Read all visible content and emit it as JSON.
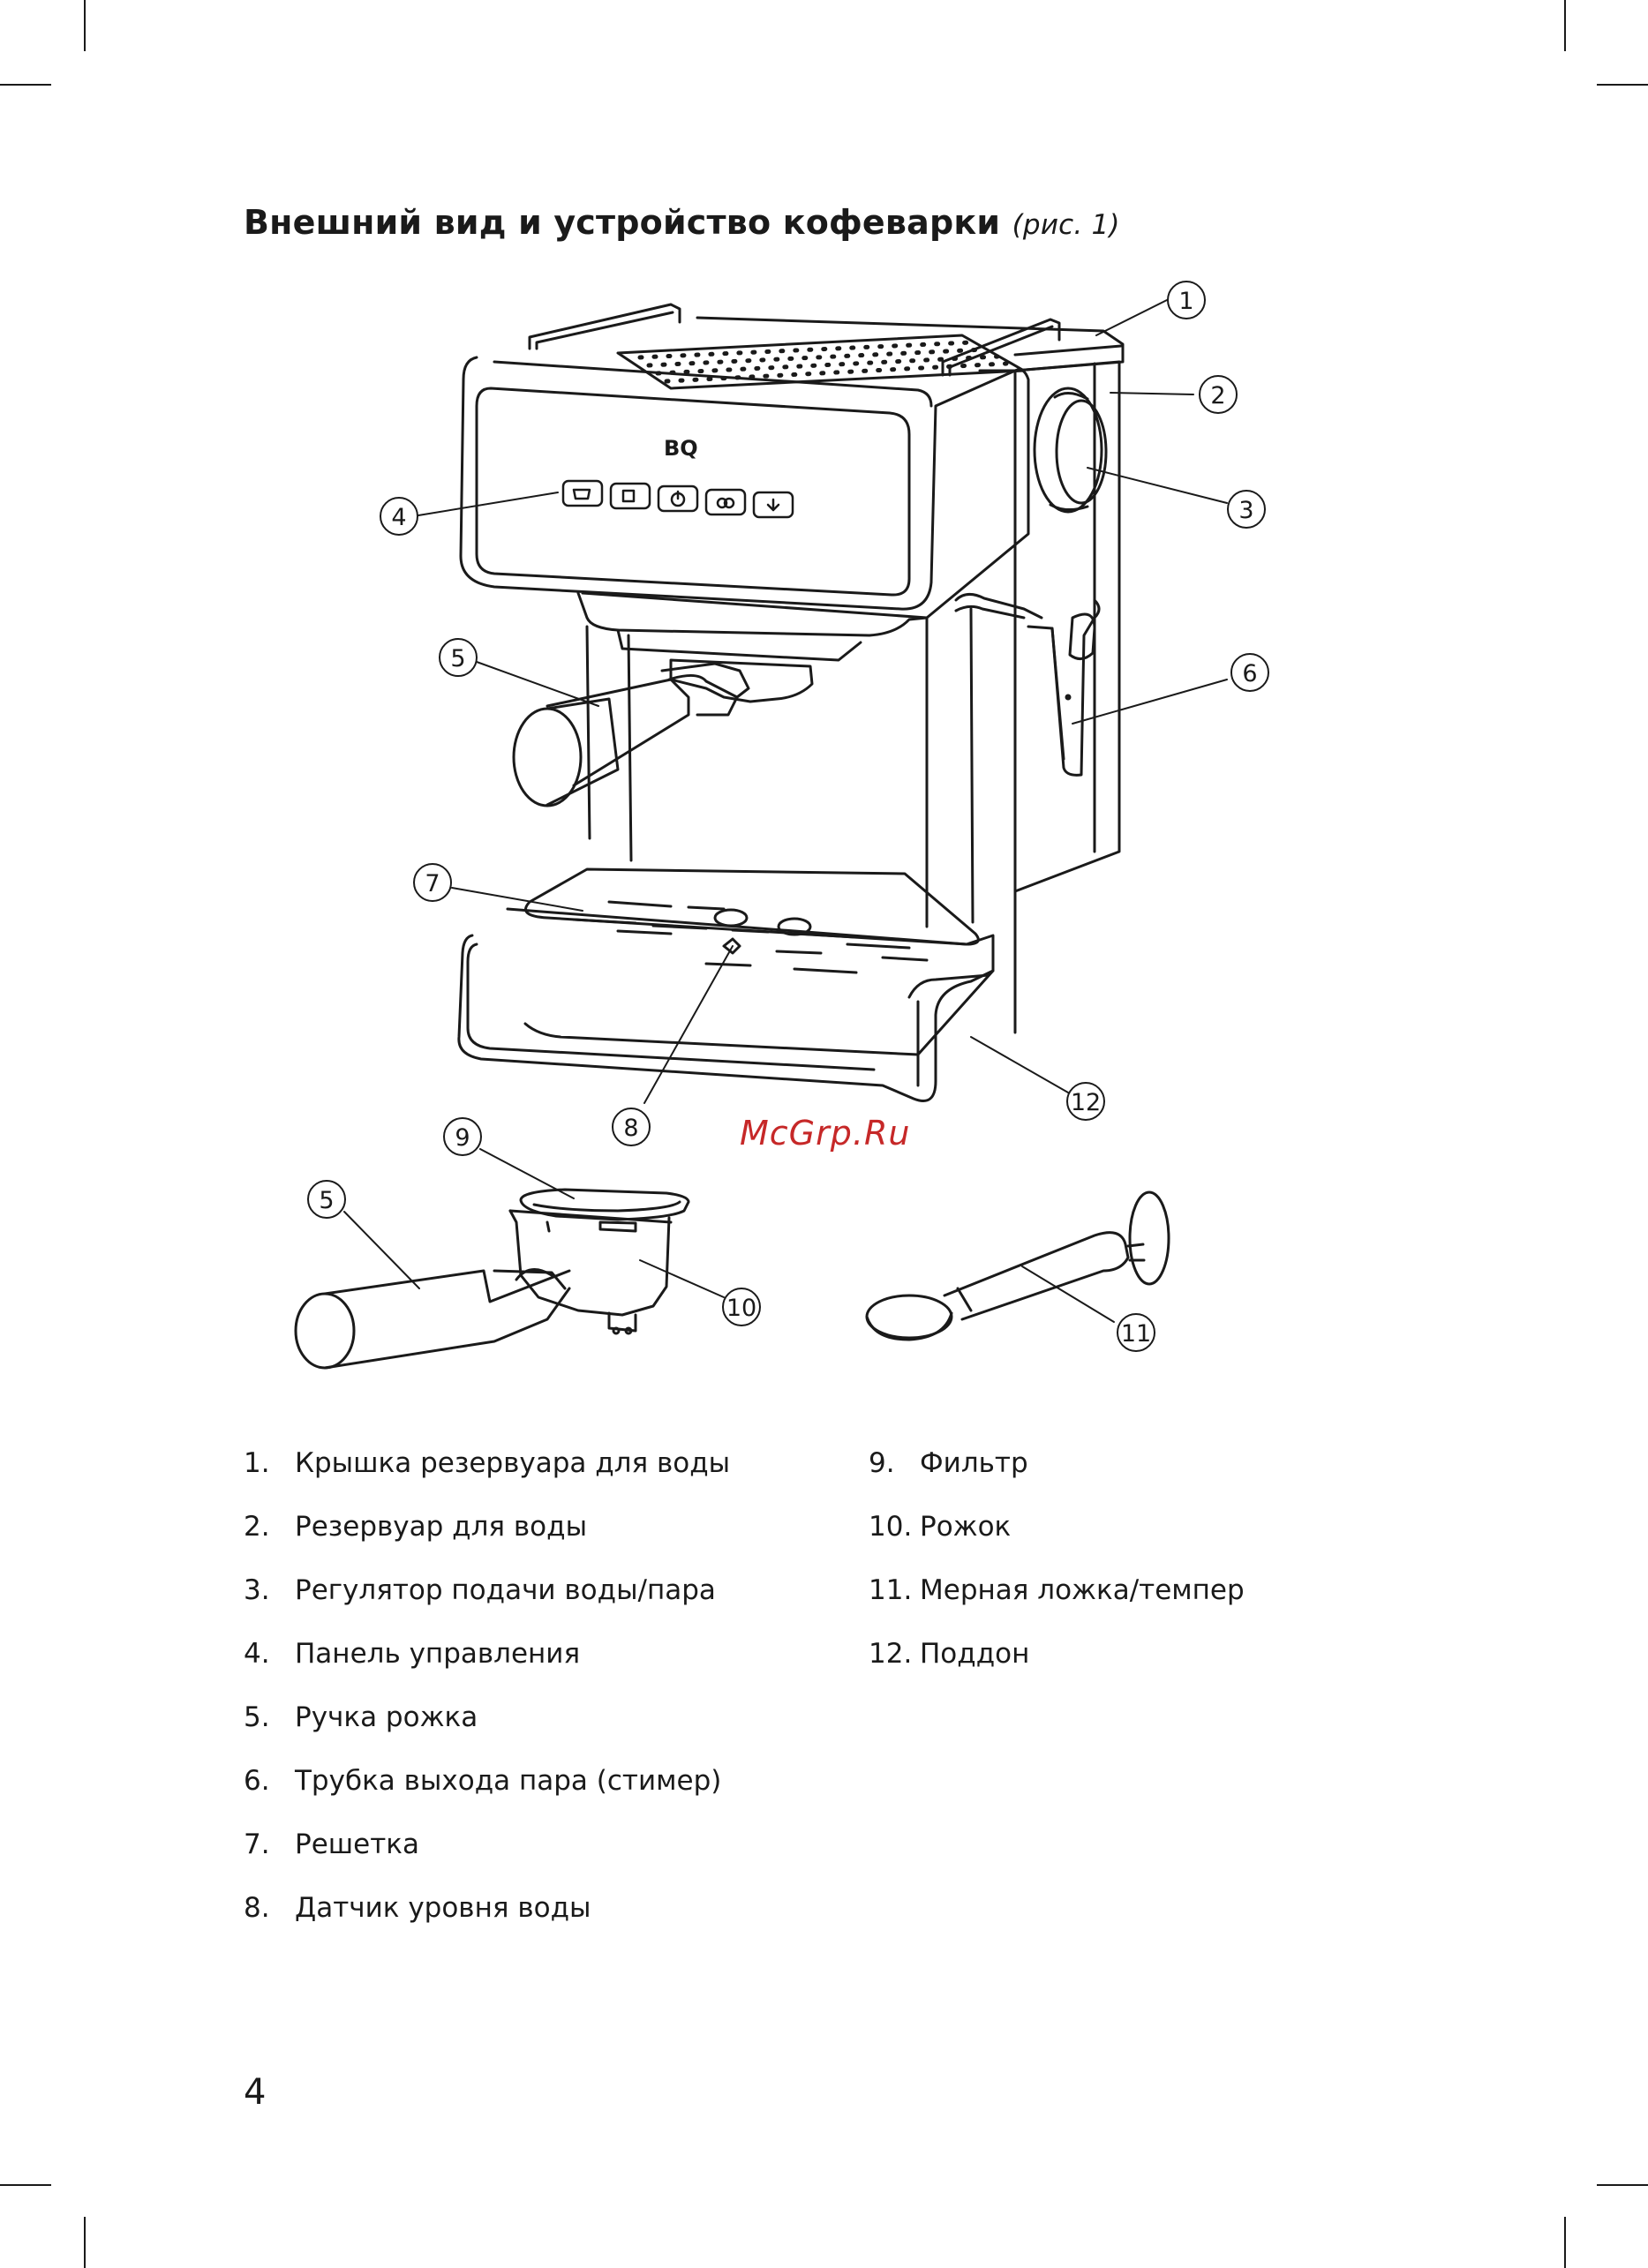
{
  "page": {
    "title": "Внешний вид и устройство кофеварки",
    "title_ref": "(рис. 1)",
    "watermark": "McGrp.Ru",
    "page_number": "4"
  },
  "brand": {
    "logo_text": "BQ"
  },
  "callouts": [
    "1",
    "2",
    "3",
    "4",
    "5",
    "6",
    "7",
    "8",
    "9",
    "5",
    "10",
    "11",
    "12"
  ],
  "legend_left": [
    {
      "num": "1.",
      "label": "Крышка резервуара для воды"
    },
    {
      "num": "2.",
      "label": "Резервуар для воды"
    },
    {
      "num": "3.",
      "label": "Регулятор подачи воды/пара"
    },
    {
      "num": "4.",
      "label": "Панель управления"
    },
    {
      "num": "5.",
      "label": "Ручка рожка"
    },
    {
      "num": "6.",
      "label": "Трубка выхода пара (стимер)"
    },
    {
      "num": "7.",
      "label": "Решетка"
    },
    {
      "num": "8.",
      "label": "Датчик уровня воды"
    }
  ],
  "legend_right": [
    {
      "num": "9.",
      "label": "Фильтр"
    },
    {
      "num": "10.",
      "label": "Рожок"
    },
    {
      "num": "11.",
      "label": "Мерная ложка/темпер"
    },
    {
      "num": "12.",
      "label": "Поддон"
    }
  ],
  "colors": {
    "ink": "#1a1a1a",
    "watermark": "#c62828"
  }
}
